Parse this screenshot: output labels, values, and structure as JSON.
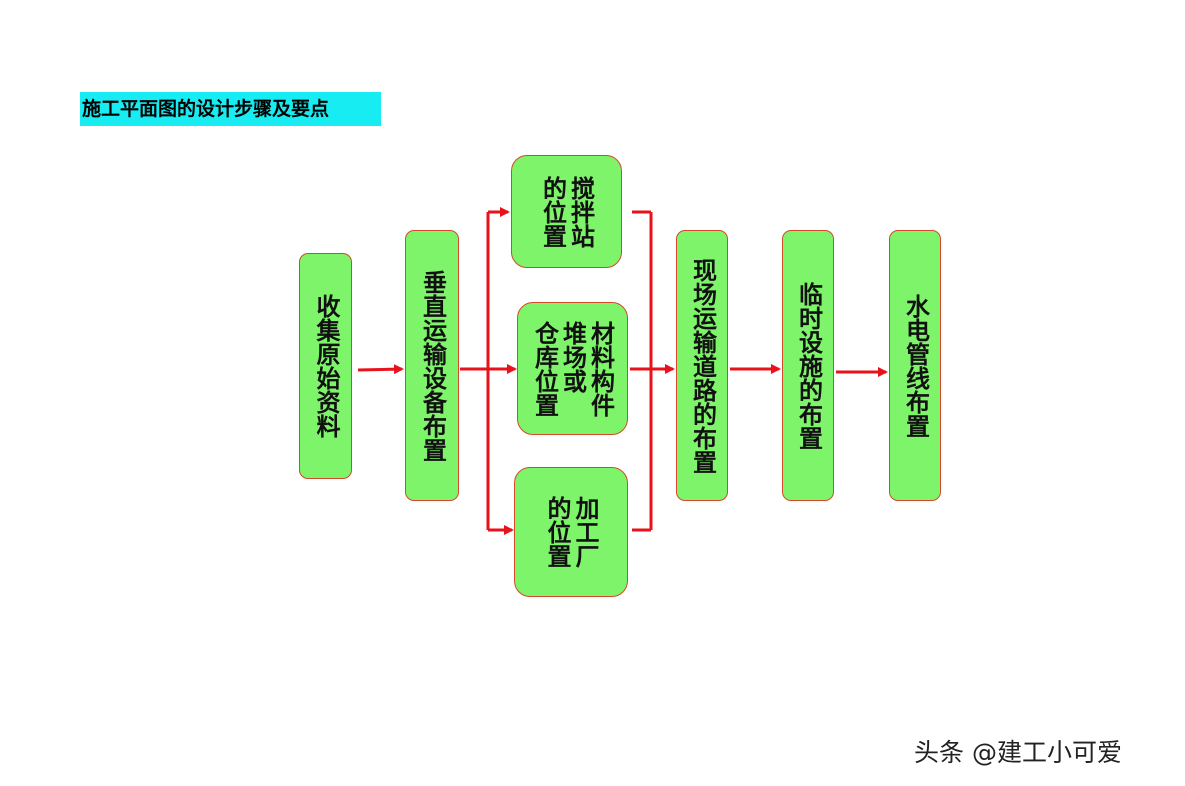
{
  "title": "施工平面图的设计步骤及要点",
  "nodes": {
    "collect_data": "收集原始资料",
    "vertical_transport": "垂直运输设备布置",
    "mixing_station": "搅拌站\n的位置",
    "material_yard": "材料构件\n堆场或\n仓库位置",
    "processing_plant": "加工厂\n的位置",
    "site_roads": "现场运输道路的布置",
    "temporary_facilities": "临时设施的布置",
    "water_electric": "水电管线布置"
  },
  "colors": {
    "node_fill": "#7ef46a",
    "node_border": "#d24a2a",
    "arrow": "#e8121b",
    "title_bg": "#17ecf2"
  },
  "watermark": "头条 @建工小可爱"
}
